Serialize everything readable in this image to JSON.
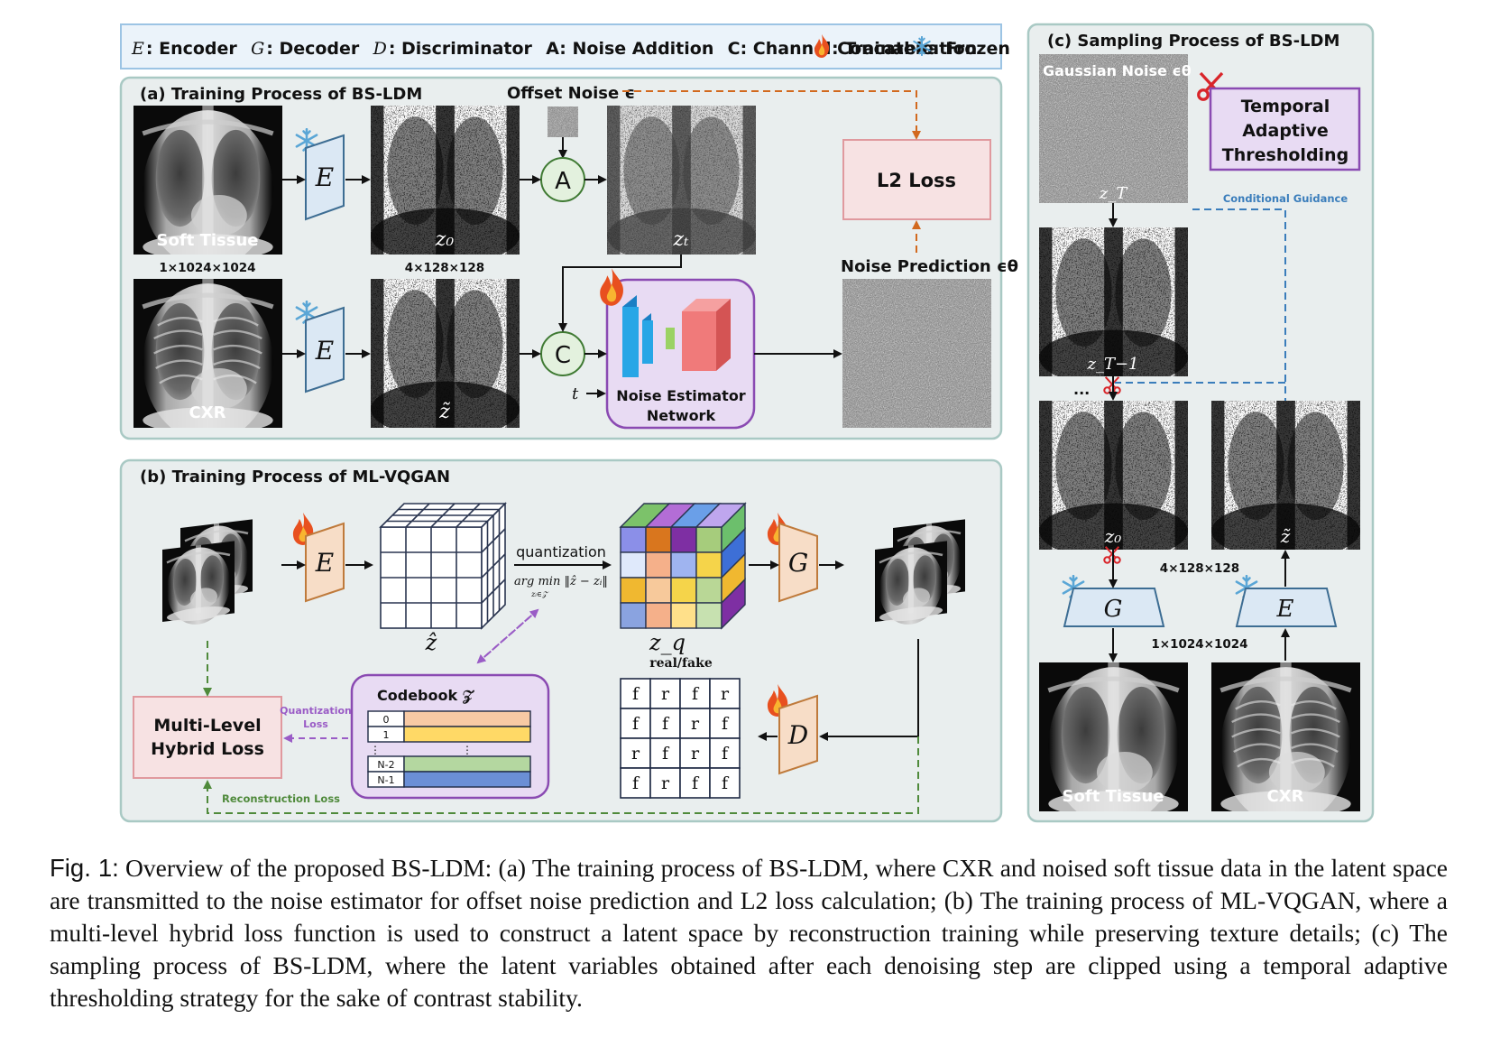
{
  "legend": {
    "encoder": ": Encoder",
    "decoder": ": Decoder",
    "discriminator": ": Discriminator",
    "noise_addition": "A: Noise Addition",
    "channel_concat": "C: Channel Concatenation",
    "trainable": ": Trainable",
    "frozen": ": Frozen",
    "E": "E",
    "G": "G",
    "D": "D"
  },
  "panel_a": {
    "title": "(a) Training Process of BS-LDM",
    "offset_noise": "Offset Noise ϵ",
    "soft_tissue": "Soft Tissue",
    "cxr": "CXR",
    "dim_image": "1×1024×1024",
    "dim_latent": "4×128×128",
    "z0": "z₀",
    "zt": "zₜ",
    "ztilde": "z̃",
    "A": "A",
    "C": "C",
    "t": "t",
    "E": "E",
    "noise_estimator": "Noise Estimator",
    "network": "Network",
    "l2_loss": "L2 Loss",
    "noise_prediction": "Noise Prediction ϵθ"
  },
  "panel_b": {
    "title": "(b) Training Process of ML-VQGAN",
    "E": "E",
    "G": "G",
    "D": "D",
    "zhat": "ẑ",
    "quantization": "quantization",
    "argmin": "arg min ‖ẑ − zᵢ‖",
    "argmin_sub": "zᵢ∈𝒵",
    "zq": "z_q",
    "real_fake": "real/fake",
    "rf_grid": [
      [
        "f",
        "r",
        "f",
        "r"
      ],
      [
        "f",
        "f",
        "r",
        "f"
      ],
      [
        "r",
        "f",
        "r",
        "f"
      ],
      [
        "f",
        "r",
        "f",
        "f"
      ]
    ],
    "codebook": "Codebook 𝒵",
    "codebook_rows": [
      "0",
      "1",
      "N-2",
      "N-1"
    ],
    "codebook_dots": "⋮",
    "multi_level": "Multi-Level",
    "hybrid_loss": "Hybrid Loss",
    "quant_loss_1": "Quantization",
    "quant_loss_2": "Loss",
    "recon_loss": "Reconstruction Loss"
  },
  "panel_c": {
    "title": "(c) Sampling Process of BS-LDM",
    "gaussian": "Gaussian Noise ϵθ",
    "tat_1": "Temporal",
    "tat_2": "Adaptive",
    "tat_3": "Thresholding",
    "cond_guidance": "Conditional Guidance",
    "zT": "z_T",
    "zT1": "z_T−1",
    "ellipsis": "...",
    "z0": "z₀",
    "ztilde": "z̃",
    "dim_latent": "4×128×128",
    "dim_image": "1×1024×1024",
    "G": "G",
    "E": "E",
    "soft_tissue": "Soft Tissue",
    "cxr": "CXR"
  },
  "colors": {
    "panel_bg": "#e9eeee",
    "panel_border": "#a9c9c4",
    "encoder_fill": "#dbe8f4",
    "encoder_stroke": "#3d6d93",
    "vq_fill": "#f7ddc7",
    "vq_stroke": "#bf7a3b",
    "loss_fill": "#f7e2e3",
    "loss_stroke": "#e0999e",
    "purple_fill": "#e8dbf3",
    "purple_stroke": "#8a4ab2",
    "circle_fill": "#e3f1de",
    "circle_stroke": "#3f7a33",
    "orange_line": "#d2691e",
    "green_line": "#4f8a3b",
    "purple_line": "#9a5cc6",
    "blue_line": "#3a7dbb",
    "red_scissor": "#d9252a"
  },
  "caption": {
    "label": "Fig. 1:",
    "text": "Overview of the proposed BS-LDM: (a) The training process of BS-LDM, where CXR and noised soft tissue data in the latent space are transmitted to the noise estimator for offset noise prediction and L2 loss calculation; (b) The training process of ML-VQGAN, where a multi-level hybrid loss function is used to construct a latent space by reconstruction training while preserving texture details; (c) The sampling process of BS-LDM, where the latent variables obtained after each denoising step are clipped using a temporal adaptive thresholding strategy for the sake of contrast stability."
  }
}
